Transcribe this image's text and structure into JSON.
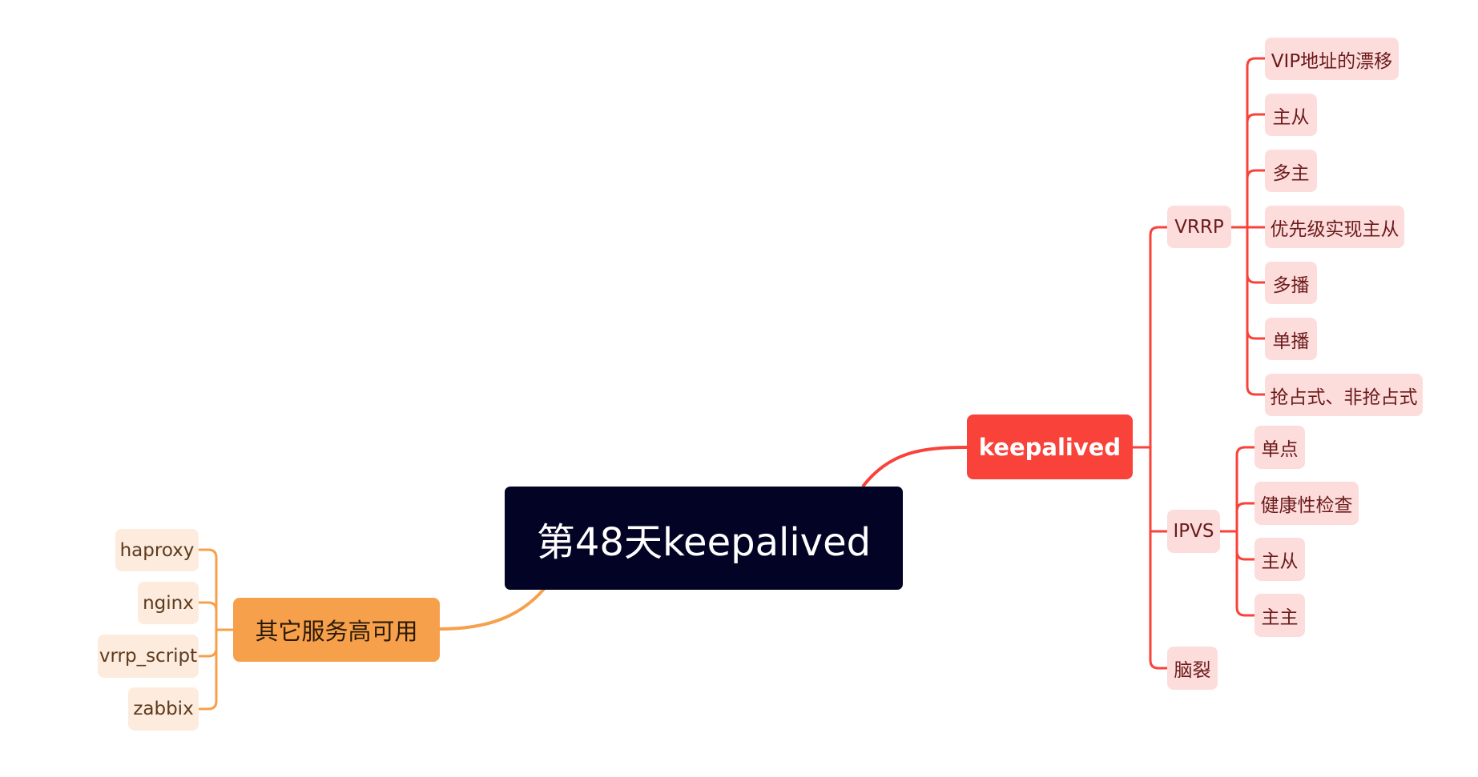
{
  "root": {
    "label": "第48天keepalived"
  },
  "right_branch": {
    "label": "keepalived",
    "color": "#F8423A",
    "children": [
      {
        "label": "VRRP",
        "children": [
          {
            "label": "VIP地址的漂移"
          },
          {
            "label": "主从"
          },
          {
            "label": "多主"
          },
          {
            "label": "优先级实现主从"
          },
          {
            "label": "多播"
          },
          {
            "label": "单播"
          },
          {
            "label": "抢占式、非抢占式"
          }
        ]
      },
      {
        "label": "IPVS",
        "children": [
          {
            "label": "单点"
          },
          {
            "label": "健康性检查"
          },
          {
            "label": "主从"
          },
          {
            "label": "主主"
          }
        ]
      },
      {
        "label": "脑裂"
      }
    ]
  },
  "left_branch": {
    "label": "其它服务高可用",
    "color": "#F7A04B",
    "children": [
      {
        "label": "haproxy"
      },
      {
        "label": "nginx"
      },
      {
        "label": "vrrp_script"
      },
      {
        "label": "zabbix"
      }
    ]
  },
  "colors": {
    "root_bg": "#020325",
    "red_line": "#F8423A",
    "red_sub_bg": "#FDDCDC",
    "orange_line": "#F7A04B",
    "orange_sub_bg": "#FDEBDD"
  }
}
